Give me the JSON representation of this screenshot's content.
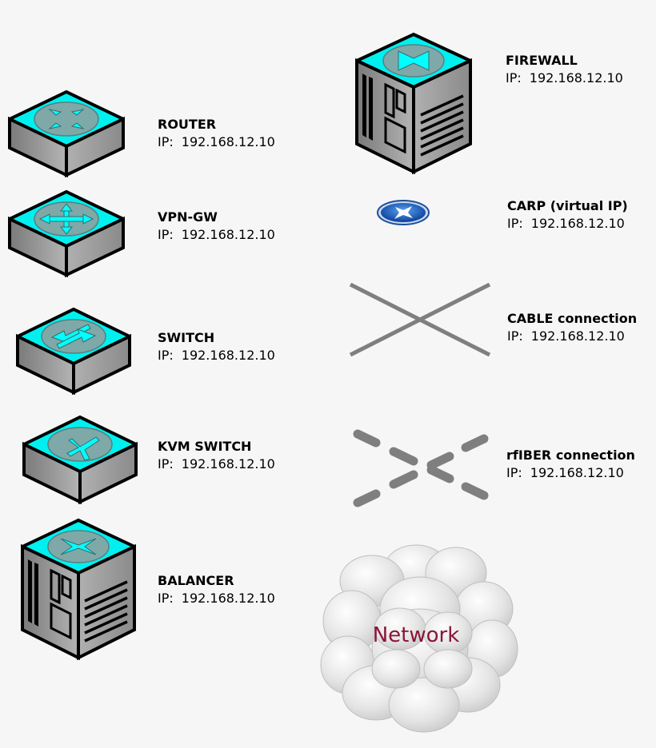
{
  "ip_prefix": "IP:",
  "devices": [
    {
      "name": "ROUTER",
      "ip": "192.168.12.10"
    },
    {
      "name": "VPN-GW",
      "ip": "192.168.12.10"
    },
    {
      "name": "SWITCH",
      "ip": "192.168.12.10"
    },
    {
      "name": "KVM SWITCH",
      "ip": "192.168.12.10"
    },
    {
      "name": "BALANCER",
      "ip": "192.168.12.10"
    },
    {
      "name": "FIREWALL",
      "ip": "192.168.12.10"
    },
    {
      "name": "CARP (virtual IP)",
      "ip": "192.168.12.10"
    },
    {
      "name": "CABLE connection",
      "ip": "192.168.12.10"
    },
    {
      "name": "rfIBER connection",
      "ip": "192.168.12.10"
    }
  ],
  "cloud": {
    "label": "Network"
  },
  "colors": {
    "accent": "#00ffff",
    "body": "#8c8c8c",
    "outline": "#000000",
    "cable": "#7f7f7f",
    "cloud_text": "#8a1538"
  }
}
